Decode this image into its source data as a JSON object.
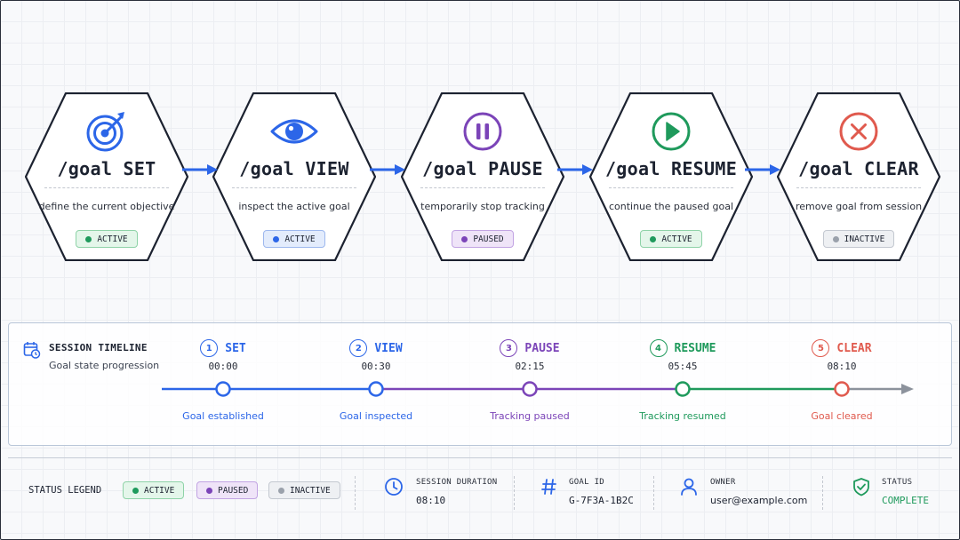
{
  "colors": {
    "blue": "#2c66e8",
    "purple": "#7b44b8",
    "green": "#1f9a5c",
    "red": "#e05a4e",
    "gray": "#9aa1ab",
    "ink": "#1c2230"
  },
  "commands": [
    {
      "icon": "target-icon",
      "title": "/goal SET",
      "description": "define the current objective",
      "badge": "ACTIVE",
      "status": "active"
    },
    {
      "icon": "eye-icon",
      "title": "/goal VIEW",
      "description": "inspect the active goal",
      "badge": "ACTIVE",
      "status": "view"
    },
    {
      "icon": "pause-icon",
      "title": "/goal PAUSE",
      "description": "temporarily stop tracking",
      "badge": "PAUSED",
      "status": "paused"
    },
    {
      "icon": "play-icon",
      "title": "/goal RESUME",
      "description": "continue the paused goal",
      "badge": "ACTIVE",
      "status": "active"
    },
    {
      "icon": "close-icon",
      "title": "/goal CLEAR",
      "description": "remove goal from session",
      "badge": "INACTIVE",
      "status": "inactive"
    }
  ],
  "timeline": {
    "title": "SESSION TIMELINE",
    "subtitle": "Goal state progression",
    "steps": [
      {
        "number": "1",
        "label": "SET",
        "time": "00:00",
        "caption": "Goal established"
      },
      {
        "number": "2",
        "label": "VIEW",
        "time": "00:30",
        "caption": "Goal inspected"
      },
      {
        "number": "3",
        "label": "PAUSE",
        "time": "02:15",
        "caption": "Tracking paused"
      },
      {
        "number": "4",
        "label": "RESUME",
        "time": "05:45",
        "caption": "Tracking resumed"
      },
      {
        "number": "5",
        "label": "CLEAR",
        "time": "08:10",
        "caption": "Goal cleared"
      }
    ]
  },
  "footer": {
    "legend_title": "STATUS LEGEND",
    "legend": [
      {
        "label": "ACTIVE",
        "status": "active"
      },
      {
        "label": "PAUSED",
        "status": "paused"
      },
      {
        "label": "INACTIVE",
        "status": "inactive"
      }
    ],
    "session_duration": {
      "label": "SESSION DURATION",
      "value": "08:10"
    },
    "goal_id": {
      "label": "GOAL ID",
      "value": "G-7F3A-1B2C"
    },
    "owner": {
      "label": "OWNER",
      "value": "user@example.com"
    },
    "status": {
      "label": "STATUS",
      "value": "COMPLETE"
    }
  }
}
